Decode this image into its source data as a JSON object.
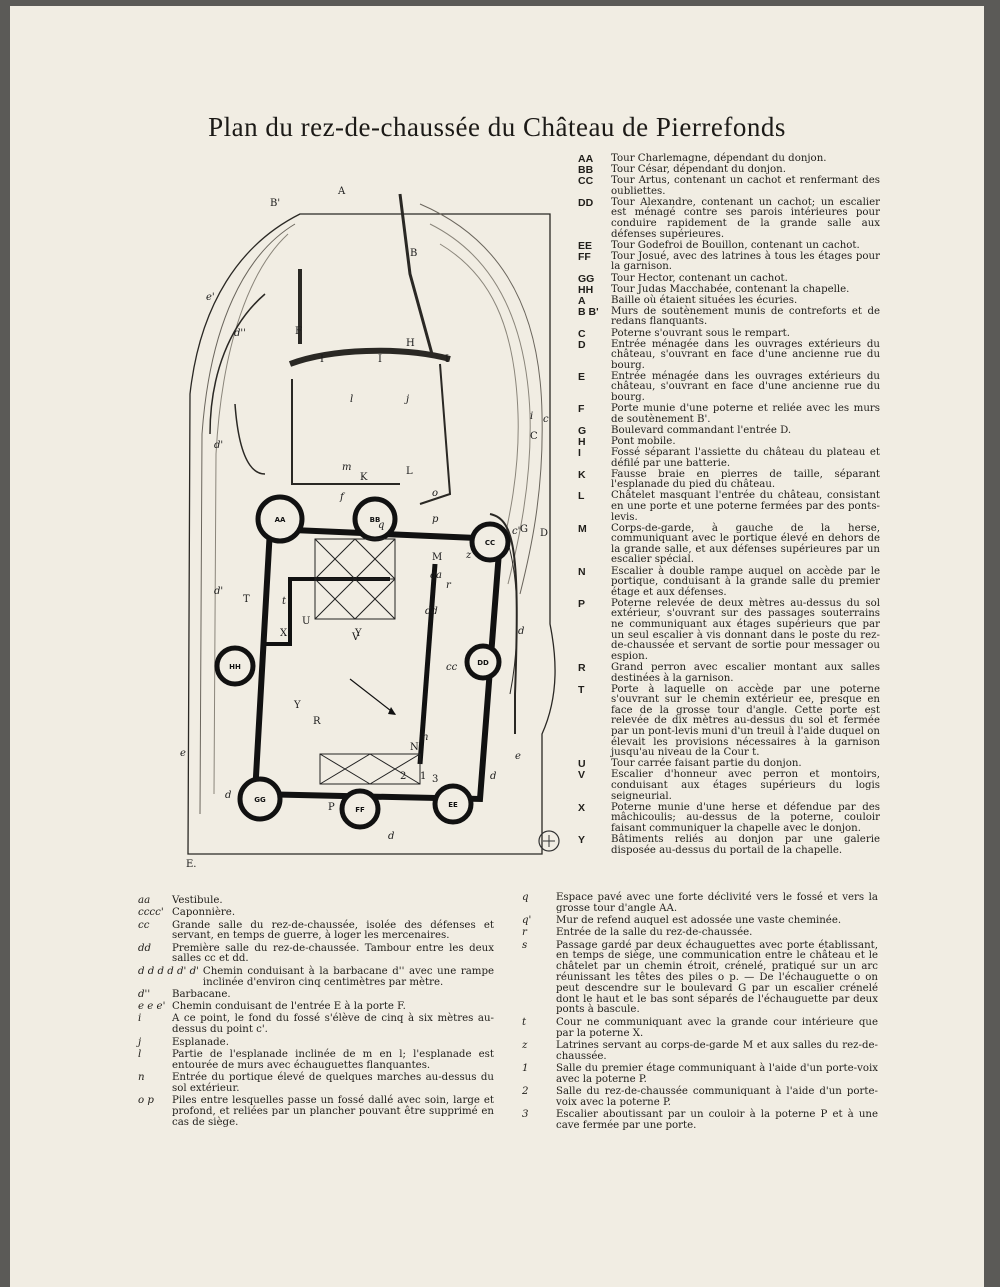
{
  "title": "Plan du rez-de-chaussée du Château de Pierrefonds",
  "legend_right": [
    {
      "key": "AA",
      "text": "Tour Charlemagne, dépendant du donjon."
    },
    {
      "key": "BB",
      "text": "Tour César, dépendant du donjon."
    },
    {
      "key": "CC",
      "text": "Tour Artus, contenant un cachot et renfermant des oubliettes."
    },
    {
      "key": "DD",
      "text": "Tour Alexandre, contenant un cachot; un escalier est ménagé contre ses parois intérieures pour conduire rapidement de la grande salle aux défenses supérieures."
    },
    {
      "key": "EE",
      "text": "Tour Godefroi de Bouillon, contenant un cachot."
    },
    {
      "key": "FF",
      "text": "Tour Josué, avec des latrines à tous les étages pour la garnison."
    },
    {
      "key": "GG",
      "text": "Tour Hector, contenant un cachot."
    },
    {
      "key": "HH",
      "text": "Tour Judas Macchabée, contenant la chapelle."
    },
    {
      "key": "A",
      "text": "Baille où étaient situées les écuries."
    },
    {
      "key": "B B'",
      "text": "Murs de soutènement munis de contreforts et de redans flanquants."
    },
    {
      "key": "C",
      "text": "Poterne s'ouvrant sous le rempart."
    },
    {
      "key": "D",
      "text": "Entrée ménagée dans les ouvrages extérieurs du château, s'ouvrant en face d'une ancienne rue du bourg."
    },
    {
      "key": "E",
      "text": "Entrée ménagée dans les ouvrages extérieurs du château, s'ouvrant en face d'une ancienne rue du bourg."
    },
    {
      "key": "F",
      "text": "Porte munie d'une poterne et reliée avec les murs de soutènement B'."
    },
    {
      "key": "G",
      "text": "Boulevard commandant l'entrée D."
    },
    {
      "key": "H",
      "text": "Pont mobile."
    },
    {
      "key": "I",
      "text": "Fossé séparant l'assiette du château du plateau et défilé par une batterie."
    },
    {
      "key": "K",
      "text": "Fausse braie en pierres de taille, séparant l'esplanade du pied du château."
    },
    {
      "key": "L",
      "text": "Châtelet masquant l'entrée du château, consistant en une porte et une poterne fermées par des ponts-levis."
    },
    {
      "key": "M",
      "text": "Corps-de-garde, à gauche de la herse, communiquant avec le portique élevé en dehors de la grande salle, et aux défenses supérieures par un escalier spécial."
    },
    {
      "key": "N",
      "text": "Escalier à double rampe auquel on accède par le portique, conduisant à la grande salle du premier étage et aux défenses."
    },
    {
      "key": "P",
      "text": "Poterne relevée de deux mètres au-dessus du sol extérieur, s'ouvrant sur des passages souterrains ne communiquant aux étages supérieurs que par un seul escalier à vis donnant dans le poste du rez-de-chaussée et servant de sortie pour messager ou espion."
    },
    {
      "key": "R",
      "text": "Grand perron avec escalier montant aux salles destinées à la garnison."
    },
    {
      "key": "T",
      "text": "Porte à laquelle on accède par une poterne s'ouvrant sur le chemin extérieur ee, presque en face de la grosse tour d'angle. Cette porte est relevée de dix mètres au-dessus du sol et fermée par un pont-levis muni d'un treuil à l'aide duquel on élevait les provisions nécessaires à la garnison jusqu'au niveau de la Cour t."
    },
    {
      "key": "U",
      "text": "Tour carrée faisant partie du donjon."
    },
    {
      "key": "V",
      "text": "Escalier d'honneur avec perron et montoirs, conduisant aux étages supérieurs du logis seigneurial."
    },
    {
      "key": "X",
      "text": "Poterne munie d'une herse et défendue par des mâchicoulis; au-dessus de la poterne, couloir faisant communiquer la chapelle avec le donjon."
    },
    {
      "key": "Y",
      "text": "Bâtiments reliés au donjon par une galerie disposée au-dessus du portail de la chapelle."
    }
  ],
  "legend_bottom_left": [
    {
      "key": "aa",
      "text": "Vestibule."
    },
    {
      "key": "cccc'",
      "text": "Caponnière."
    },
    {
      "key": "cc",
      "text": "Grande salle du rez-de-chaussée, isolée des défenses et servant, en temps de guerre, à loger les mercenaires."
    },
    {
      "key": "dd",
      "text": "Première salle du rez-de-chaussée. Tambour entre les deux salles cc et dd."
    },
    {
      "key": "d d d d d' d'",
      "text": "Chemin conduisant à la barbacane d'' avec une rampe inclinée d'environ cinq centimètres par mètre."
    },
    {
      "key": "d''",
      "text": "Barbacane."
    },
    {
      "key": "e e e'",
      "text": "Chemin conduisant de l'entrée E à la porte F."
    },
    {
      "key": "i",
      "text": "A ce point, le fond du fossé s'élève de cinq à six mètres au-dessus du point c'."
    },
    {
      "key": "j",
      "text": "Esplanade."
    },
    {
      "key": "l",
      "text": "Partie de l'esplanade inclinée de m en l; l'esplanade est entourée de murs avec échauguettes flanquantes."
    },
    {
      "key": "n",
      "text": "Entrée du portique élevé de quelques marches au-dessus du sol extérieur."
    },
    {
      "key": "o p",
      "text": "Piles entre lesquelles passe un fossé dallé avec soin, large et profond, et reliées par un plancher pouvant être supprimé en cas de siège."
    }
  ],
  "legend_bottom_right": [
    {
      "key": "q",
      "text": "Espace pavé avec une forte déclivité vers le fossé et vers la grosse tour d'angle AA."
    },
    {
      "key": "q'",
      "text": "Mur de refend auquel est adossée une vaste cheminée."
    },
    {
      "key": "r",
      "text": "Entrée de la salle du rez-de-chaussée."
    },
    {
      "key": "s",
      "text": "Passage gardé par deux échauguettes avec porte établissant, en temps de siège, une communication entre le château et le châtelet par un chemin étroit, crénelé, pratiqué sur un arc réunissant les têtes des piles o p. — De l'échauguette o on peut descendre sur le boulevard G par un escalier crénelé dont le haut et le bas sont séparés de l'échauguette par deux ponts à bascule."
    },
    {
      "key": "t",
      "text": "Cour ne communiquant avec la grande cour intérieure que par la poterne X."
    },
    {
      "key": "z",
      "text": "Latrines servant au corps-de-garde M et aux salles du rez-de-chaussée."
    },
    {
      "key": "1",
      "text": "Salle du premier étage communiquant à l'aide d'un porte-voix avec la poterne P."
    },
    {
      "key": "2",
      "text": "Salle du rez-de-chaussée communiquant à l'aide d'un porte-voix avec la poterne P."
    },
    {
      "key": "3",
      "text": "Escalier aboutissant par un couloir à la poterne P et à une cave fermée par une porte."
    }
  ],
  "plan_labels": {
    "A": "A",
    "Bp": "B'",
    "B": "B",
    "H": "H",
    "I1": "I",
    "I2": "I",
    "I3": "I",
    "F": "F",
    "C": "C",
    "D": "D",
    "E": "E.",
    "G": "G",
    "K": "K",
    "L": "L",
    "M": "M",
    "N": "N",
    "P": "P",
    "R": "R",
    "T": "T",
    "U": "U",
    "V": "V",
    "X": "X",
    "Y1": "Y",
    "Y2": "Y",
    "AA": "AA",
    "BB": "BB",
    "CC": "CC",
    "DD": "DD",
    "EE": "EE",
    "FF": "FF",
    "GG": "GG",
    "HH": "HH",
    "l": "l",
    "j": "j",
    "m": "m",
    "f": "f",
    "t": "t",
    "aa": "aa",
    "dd": "dd",
    "cc": "cc",
    "i": "i",
    "c": "c",
    "cp": "c'",
    "ep": "e'",
    "e1": "e",
    "e2": "e",
    "d1": "d",
    "d2": "d",
    "d3": "d",
    "d4": "d",
    "dpp": "d''",
    "dp1": "d'",
    "dp2": "d'",
    "one": "1",
    "two": "2",
    "three": "3",
    "z": "z",
    "r": "r",
    "q": "q",
    "o": "o",
    "p": "p",
    "n": "n"
  }
}
